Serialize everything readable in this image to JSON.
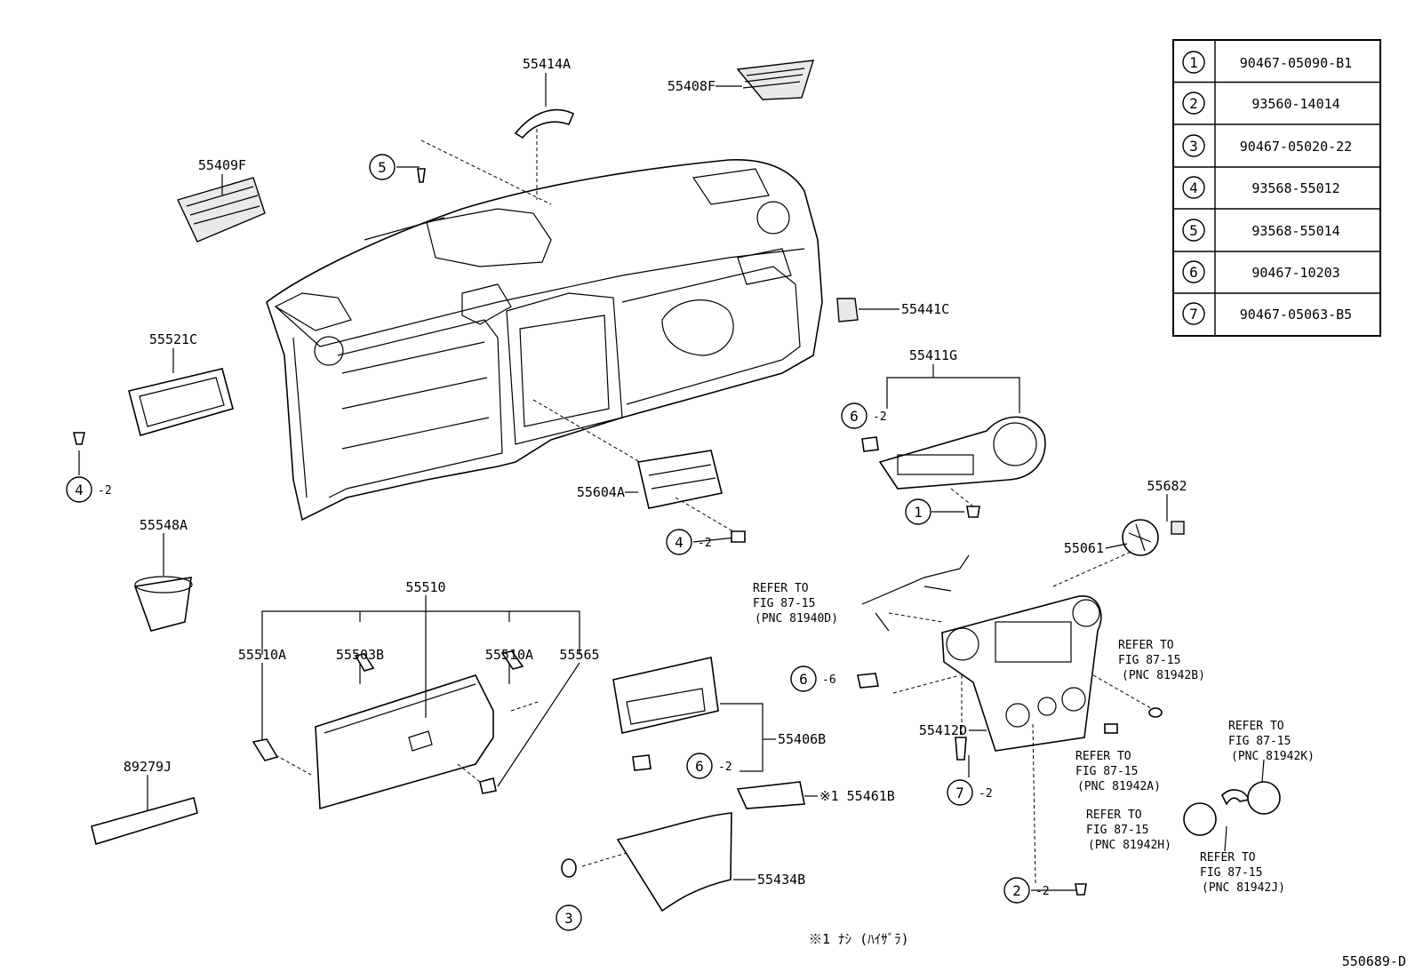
{
  "table": {
    "rows": [
      {
        "num": "1",
        "part": "90467-05090-B1"
      },
      {
        "num": "2",
        "part": "93560-14014"
      },
      {
        "num": "3",
        "part": "90467-05020-22"
      },
      {
        "num": "4",
        "part": "93568-55012"
      },
      {
        "num": "5",
        "part": "93568-55014"
      },
      {
        "num": "6",
        "part": "90467-10203"
      },
      {
        "num": "7",
        "part": "90467-05063-B5"
      }
    ]
  },
  "labels": {
    "p55414A": "55414A",
    "p55408F": "55408F",
    "p55409F": "55409F",
    "p55441C": "55441C",
    "p55411G": "55411G",
    "p55521C": "55521C",
    "p55604A": "55604A",
    "p55682": "55682",
    "p55061": "55061",
    "p55548A": "55548A",
    "p55510": "55510",
    "p55510A_1": "55510A",
    "p55503B": "55503B",
    "p55510A_2": "55510A",
    "p55565": "55565",
    "p55406B": "55406B",
    "p55412D": "55412D",
    "p89279J": "89279J",
    "p55461B": "※1 55461B",
    "p55434B": "55434B"
  },
  "callouts": {
    "c5": "5",
    "c4a": "4",
    "c4a_qty": "-2",
    "c4b": "4",
    "c4b_qty": "-2",
    "c6a": "6",
    "c6a_qty": "-2",
    "c1": "1",
    "c6b": "6",
    "c6b_qty": "-6",
    "c6c": "6",
    "c6c_qty": "-2",
    "c7": "7",
    "c7_qty": "-2",
    "c3": "3",
    "c2": "2",
    "c2_qty": "-2"
  },
  "refer": {
    "r81940D": [
      "REFER TO",
      "FIG 87-15",
      "(PNC 81940D)"
    ],
    "r81942B": [
      "REFER TO",
      "FIG 87-15",
      "(PNC 81942B)"
    ],
    "r81942A": [
      "REFER TO",
      "FIG 87-15",
      "(PNC 81942A)"
    ],
    "r81942K": [
      "REFER TO",
      "FIG 87-15",
      "(PNC 81942K)"
    ],
    "r81942H": [
      "REFER TO",
      "FIG 87-15",
      "(PNC 81942H)"
    ],
    "r81942J": [
      "REFER TO",
      "FIG 87-15",
      "(PNC 81942J)"
    ]
  },
  "footnote": "※1 ﾅｼ (ﾊｲｻﾞﾗ)",
  "drawing_id": "550689-D"
}
